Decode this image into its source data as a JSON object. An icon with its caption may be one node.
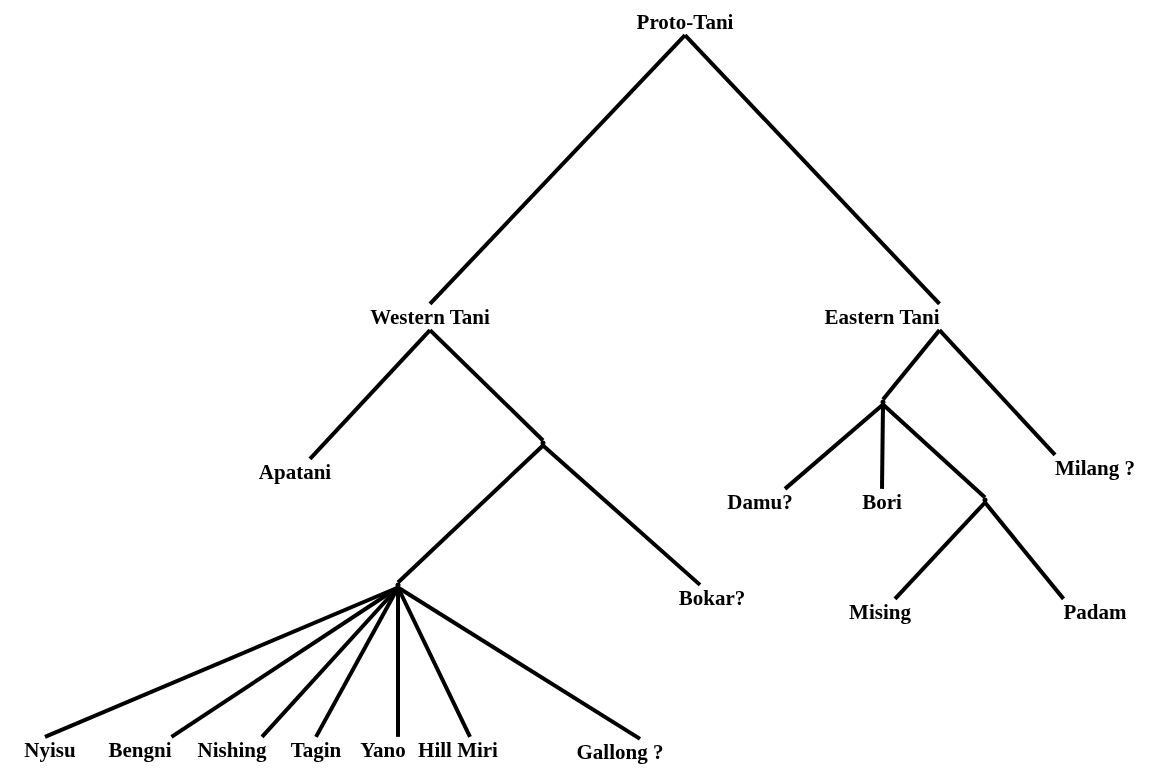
{
  "diagram": {
    "nodes": [
      {
        "text": [
          "Proto-Tani"
        ]
      },
      {
        "text": [
          "Western Tani"
        ]
      },
      {
        "text": [
          "Eastern Tani"
        ]
      },
      {
        "text": [
          "Apatani"
        ]
      },
      {
        "text": [],
        "shape": "point"
      },
      {
        "text": [
          "Bokar?"
        ]
      },
      {
        "text": [],
        "shape": "point"
      },
      {
        "text": [
          "Nyisu"
        ]
      },
      {
        "text": [
          "Bengni"
        ]
      },
      {
        "text": [
          "Nishing"
        ]
      },
      {
        "text": [
          "Tagin"
        ]
      },
      {
        "text": [
          "Yano"
        ]
      },
      {
        "text": [
          "Hill Miri"
        ]
      },
      {
        "text": [
          "Gallong ?"
        ]
      },
      {
        "text": [],
        "shape": "point"
      },
      {
        "text": [
          "Milang ?"
        ]
      },
      {
        "text": [
          "Damu?"
        ]
      },
      {
        "text": [
          "Bori"
        ]
      },
      {
        "text": [],
        "shape": "point"
      },
      {
        "text": [
          "Mising"
        ]
      },
      {
        "text": [
          "Padam"
        ]
      }
    ],
    "edges": [
      {
        "from": 0,
        "to": 1,
        "arrow": "none"
      },
      {
        "from": 0,
        "to": 2,
        "arrow": "none"
      },
      {
        "from": 1,
        "to": 3,
        "arrow": "none"
      },
      {
        "from": 1,
        "to": 4,
        "arrow": "none"
      },
      {
        "from": 4,
        "to": 5,
        "arrow": "none"
      },
      {
        "from": 4,
        "to": 6,
        "arrow": "none"
      },
      {
        "from": 6,
        "to": 7,
        "arrow": "none"
      },
      {
        "from": 6,
        "to": 8,
        "arrow": "none"
      },
      {
        "from": 6,
        "to": 9,
        "arrow": "none"
      },
      {
        "from": 6,
        "to": 10,
        "arrow": "none"
      },
      {
        "from": 6,
        "to": 11,
        "arrow": "none"
      },
      {
        "from": 6,
        "to": 12,
        "arrow": "none"
      },
      {
        "from": 6,
        "to": 13,
        "arrow": "none"
      },
      {
        "from": 2,
        "to": 14,
        "arrow": "none"
      },
      {
        "from": 2,
        "to": 15,
        "arrow": "none"
      },
      {
        "from": 14,
        "to": 16,
        "arrow": "none"
      },
      {
        "from": 14,
        "to": 17,
        "arrow": "none"
      },
      {
        "from": 14,
        "to": 18,
        "arrow": "none"
      },
      {
        "from": 18,
        "to": 19,
        "arrow": "none"
      },
      {
        "from": 18,
        "to": 20,
        "arrow": "none"
      }
    ]
  }
}
